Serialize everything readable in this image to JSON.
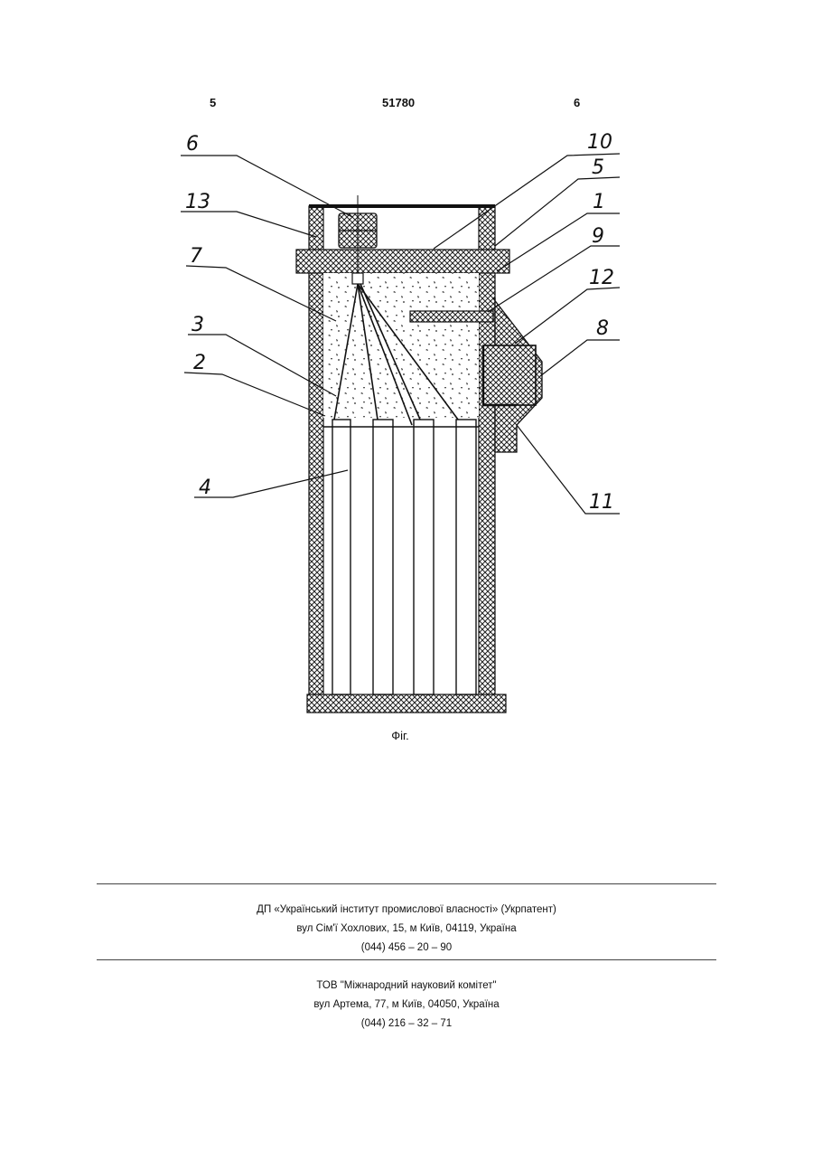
{
  "header": {
    "page_left": "5",
    "patent_number": "51780",
    "page_right": "6"
  },
  "figure": {
    "labels": [
      "6",
      "13",
      "7",
      "3",
      "2",
      "4",
      "10",
      "5",
      "1",
      "9",
      "12",
      "8",
      "11"
    ],
    "caption": "Фіг."
  },
  "imprint": {
    "publisher": {
      "name": "ДП «Український інститут промислової власності» (Укрпатент)",
      "address": "вул  Сім'ї Хохлових, 15, м  Київ, 04119, Україна",
      "phone": "(044) 456 – 20 –  90"
    },
    "printer": {
      "name": "ТОВ \"Міжнародний науковий комітет\"",
      "address": "вул  Артема, 77, м  Київ, 04050, Україна",
      "phone": "(044) 216 – 32 – 71"
    }
  }
}
